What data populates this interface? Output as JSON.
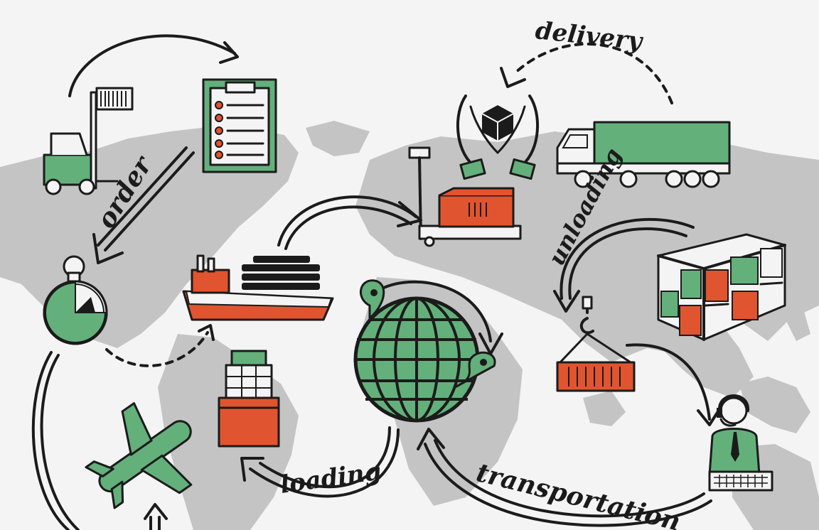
{
  "labels": {
    "order": "order",
    "delivery": "delivery",
    "unloading": "unloading",
    "loading": "loading",
    "transportation": "transportation"
  },
  "colors": {
    "green": "#63b07b",
    "orange": "#e0552f",
    "ink": "#1b1b1b",
    "map": "#c4c4c4",
    "background": "#f4f4f4"
  },
  "icons": [
    "forklift-icon",
    "clipboard-icon",
    "stopwatch-icon",
    "cargo-ship-icon",
    "hands-box-icon",
    "truck-icon",
    "pallet-jack-icon",
    "container-stack-icon",
    "globe-icon",
    "crane-hook-icon",
    "support-agent-icon",
    "airplane-icon",
    "stacked-crates-icon"
  ]
}
